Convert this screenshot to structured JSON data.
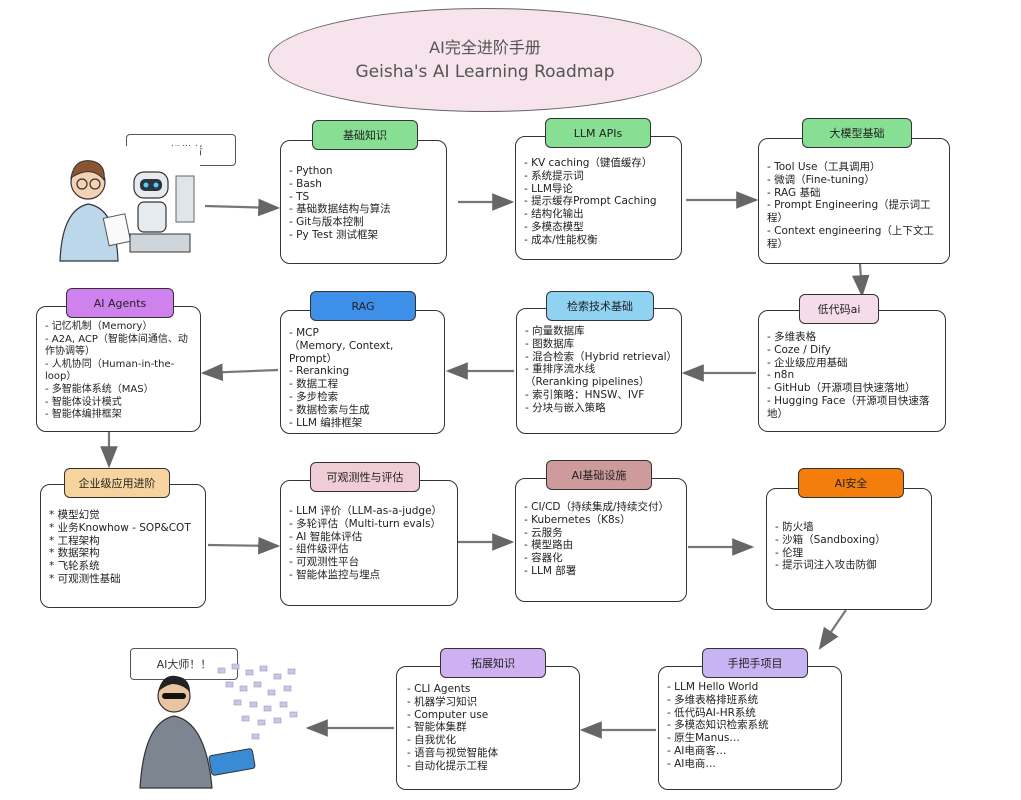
{
  "title": {
    "line1": "AI完全进阶手册",
    "line2": "Geisha's AI Learning Roadmap"
  },
  "beginner_bubble": "AI初学者",
  "master_bubble": "AI大师！！",
  "colors": {
    "green": "#86df92",
    "pink": "#f6dcea",
    "purple": "#cf82ee",
    "blue": "#3d8fe8",
    "lightblue": "#8fd2f2",
    "orange_light": "#f7d49e",
    "orange": "#f47d0c",
    "rose": "#f0cdd6",
    "mauve": "#cd9b9b",
    "lavender": "#c9b4f3",
    "lilac": "#cfb0f0"
  },
  "nodes": {
    "basics": {
      "label": "基础知识",
      "items": [
        "- Python",
        "- Bash",
        "- TS",
        "- 基础数据结构与算法",
        "- Git与版本控制",
        "- Py Test 测试框架"
      ]
    },
    "llm_apis": {
      "label": "LLM APIs",
      "items": [
        "- KV caching（键值缓存）",
        "- 系统提示词",
        "- LLM导论",
        "- 提示缓存Prompt Caching",
        "- 结构化输出",
        "- 多模态模型",
        "- 成本/性能权衡"
      ]
    },
    "llm_basics": {
      "label": "大模型基础",
      "items": [
        "- Tool Use（工具调用）",
        "- 微调（Fine-tuning）",
        "- RAG 基础",
        "- Prompt Engineering（提示词工程）",
        "- Context engineering（上下文工程）"
      ]
    },
    "ai_agents": {
      "label": "AI Agents",
      "items": [
        "- 记忆机制（Memory）",
        "- A2A, ACP（智能体间通信、动作协调等）",
        "- 人机协同（Human-in-the-loop）",
        "- 多智能体系统（MAS）",
        "- 智能体设计模式",
        "- 智能体编排框架"
      ]
    },
    "rag": {
      "label": "RAG",
      "items": [
        "- MCP",
        "（Memory, Context, Prompt）",
        "- Reranking",
        "- 数据工程",
        "- 多步检索",
        "- 数据检索与生成",
        "- LLM 编排框架"
      ]
    },
    "retrieval": {
      "label": "检索技术基础",
      "items": [
        "- 向量数据库",
        "- 图数据库",
        "- 混合检索（Hybrid retrieval）",
        "- 重排序流水线",
        "（Reranking pipelines）",
        "- 索引策略：HNSW、IVF",
        "- 分块与嵌入策略"
      ]
    },
    "lowcode": {
      "label": "低代码ai",
      "items": [
        "- 多维表格",
        "- Coze / Dify",
        "- 企业级应用基础",
        "- n8n",
        "- GitHub（开源项目快速落地）",
        "- Hugging Face（开源项目快速落地）"
      ]
    },
    "enterprise": {
      "label": "企业级应用进阶",
      "items": [
        "* 模型幻觉",
        "* 业务Knowhow - SOP&COT",
        "* 工程架构",
        "* 数据架构",
        "* 飞轮系统",
        "* 可观测性基础"
      ]
    },
    "observability": {
      "label": "可观测性与评估",
      "items": [
        "- LLM 评价（LLM-as-a-judge）",
        "- 多轮评估（Multi-turn evals）",
        "- AI 智能体评估",
        "- 组件级评估",
        "- 可观测性平台",
        "- 智能体监控与埋点"
      ]
    },
    "infra": {
      "label": "AI基础设施",
      "items": [
        "- CI/CD（持续集成/持续交付）",
        "- Kubernetes（K8s）",
        "- 云服务",
        "- 模型路由",
        "- 容器化",
        "- LLM 部署"
      ]
    },
    "security": {
      "label": "AI安全",
      "items": [
        "- 防火墙",
        "- 沙箱（Sandboxing）",
        "- 伦理",
        "- 提示词注入攻击防御"
      ]
    },
    "projects": {
      "label": "手把手项目",
      "items": [
        "- LLM Hello World",
        "- 多维表格排班系统",
        "- 低代码AI-HR系统",
        "- 多模态知识检索系统",
        "- 原生Manus…",
        "- AI电商客…",
        "- AI电商…"
      ]
    },
    "extended": {
      "label": "拓展知识",
      "items": [
        "- CLI Agents",
        "- 机器学习知识",
        "- Computer use",
        "- 智能体集群",
        "- 自我优化",
        "- 语音与视觉智能体",
        "- 自动化提示工程"
      ]
    }
  }
}
